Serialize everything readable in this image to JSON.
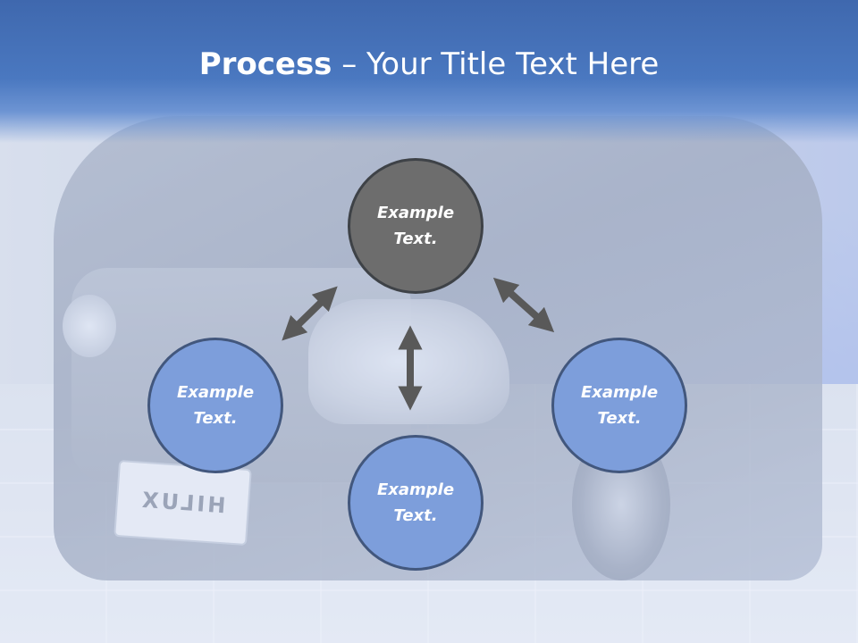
{
  "title": {
    "bold": "Process",
    "rest": " – Your Title Text Here"
  },
  "background": {
    "plate_text": "HILUX"
  },
  "diagram": {
    "nodes": {
      "top": "Example\nText.",
      "left": "Example\nText.",
      "right": "Example\nText.",
      "bottom": "Example\nText."
    },
    "colors": {
      "center_node": "#6d6d6d",
      "outer_nodes": "#7d9edb",
      "arrows": "#595959",
      "title_band": "#4a78c0"
    }
  }
}
